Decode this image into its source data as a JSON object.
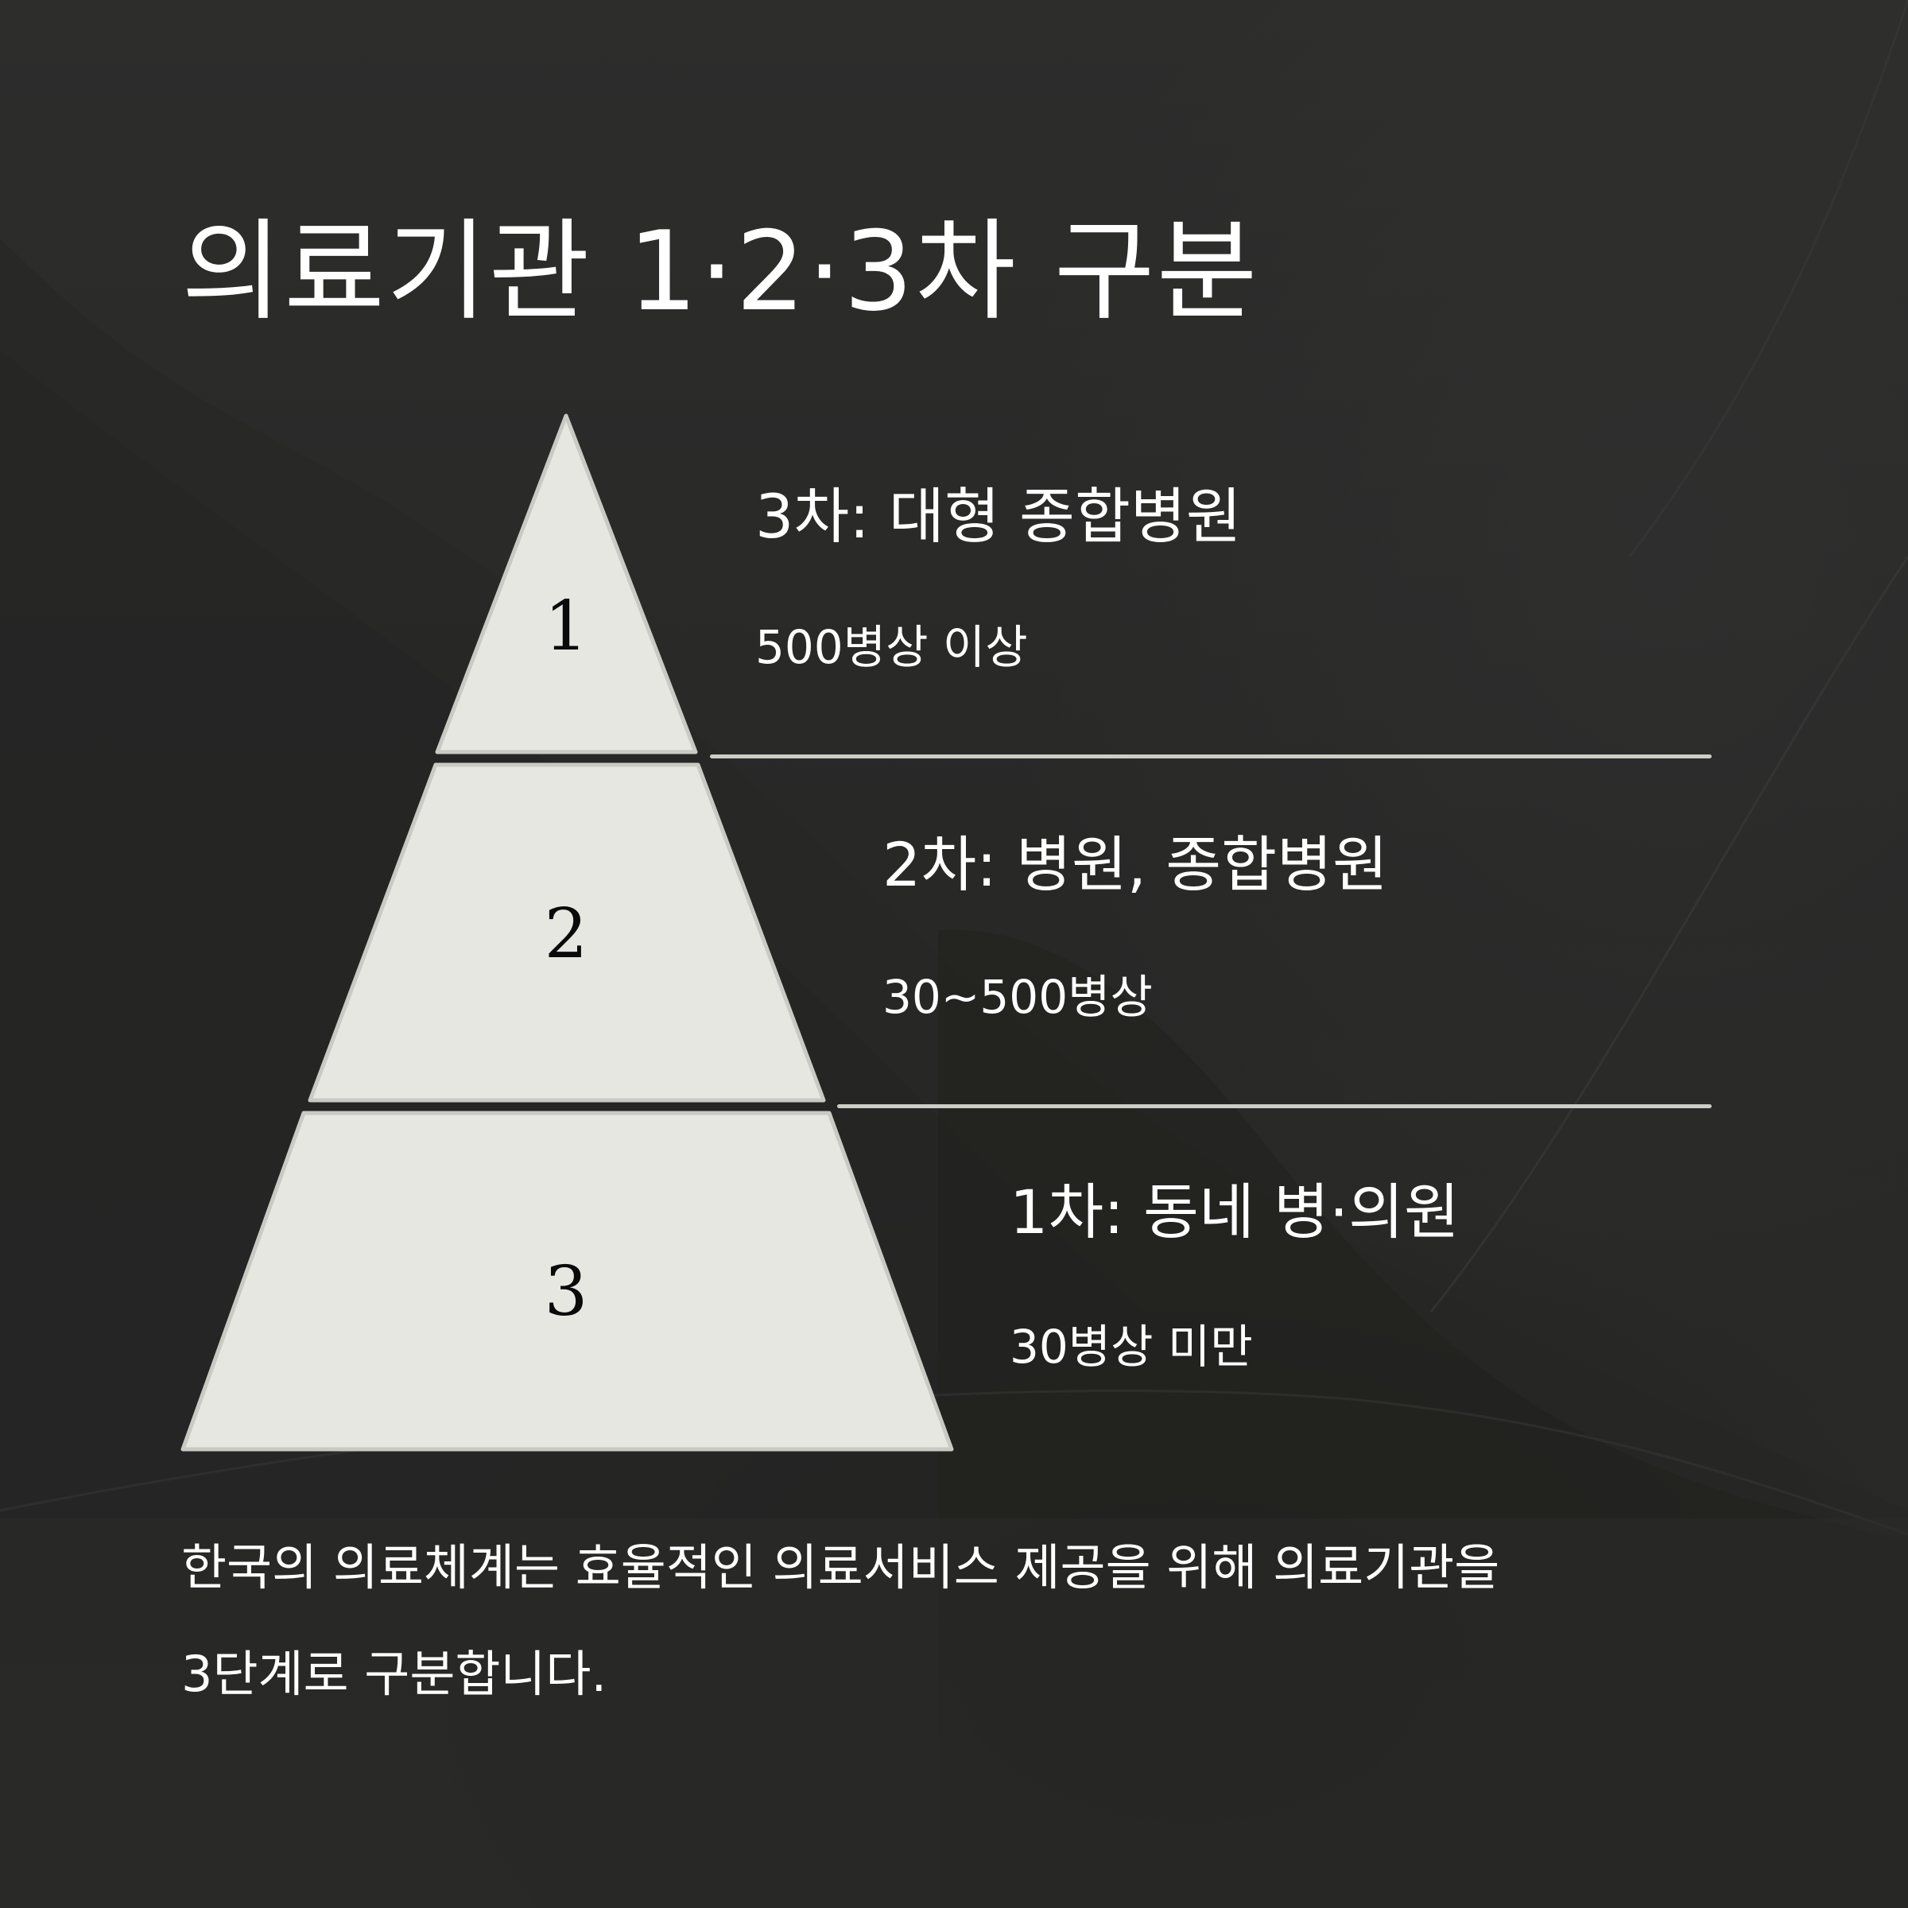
{
  "title": "의료기관 1·2·3차 구분",
  "pyramid": {
    "fill_color": "#e6e7e1",
    "edge_color": "#c9cac3",
    "tiers": [
      {
        "number": "1",
        "label": "3차: 대형 종합병원",
        "detail": "500병상 이상"
      },
      {
        "number": "2",
        "label": "2차: 병원, 종합병원",
        "detail": "30~500병상"
      },
      {
        "number": "3",
        "label": "1차: 동네 병·의원",
        "detail": "30병상 미만"
      }
    ]
  },
  "description": {
    "line1": "한국의 의료체계는 효율적인 의료서비스 제공을 위해 의료기관을",
    "line2": "3단계로 구분합니다."
  },
  "colors": {
    "background": "#2b2b2a",
    "text": "#ffffff",
    "divider": "#cdcdc6"
  }
}
